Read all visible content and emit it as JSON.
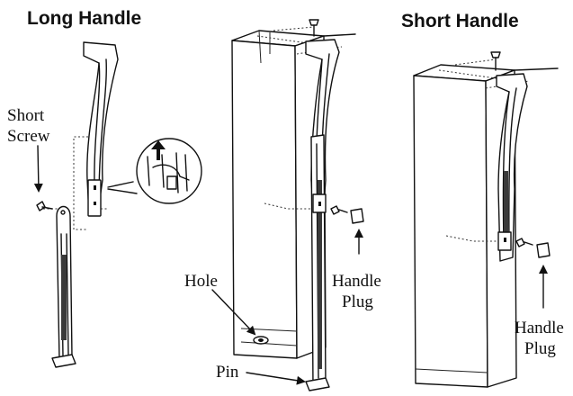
{
  "headings": {
    "long_handle": "Long Handle",
    "short_handle": "Short Handle"
  },
  "labels": {
    "short_screw_line1": "Short",
    "short_screw_line2": "Screw",
    "hole": "Hole",
    "pin": "Pin",
    "handle_plug_center_line1": "Handle",
    "handle_plug_center_line2": "Plug",
    "handle_plug_right_line1": "Handle",
    "handle_plug_right_line2": "Plug"
  }
}
